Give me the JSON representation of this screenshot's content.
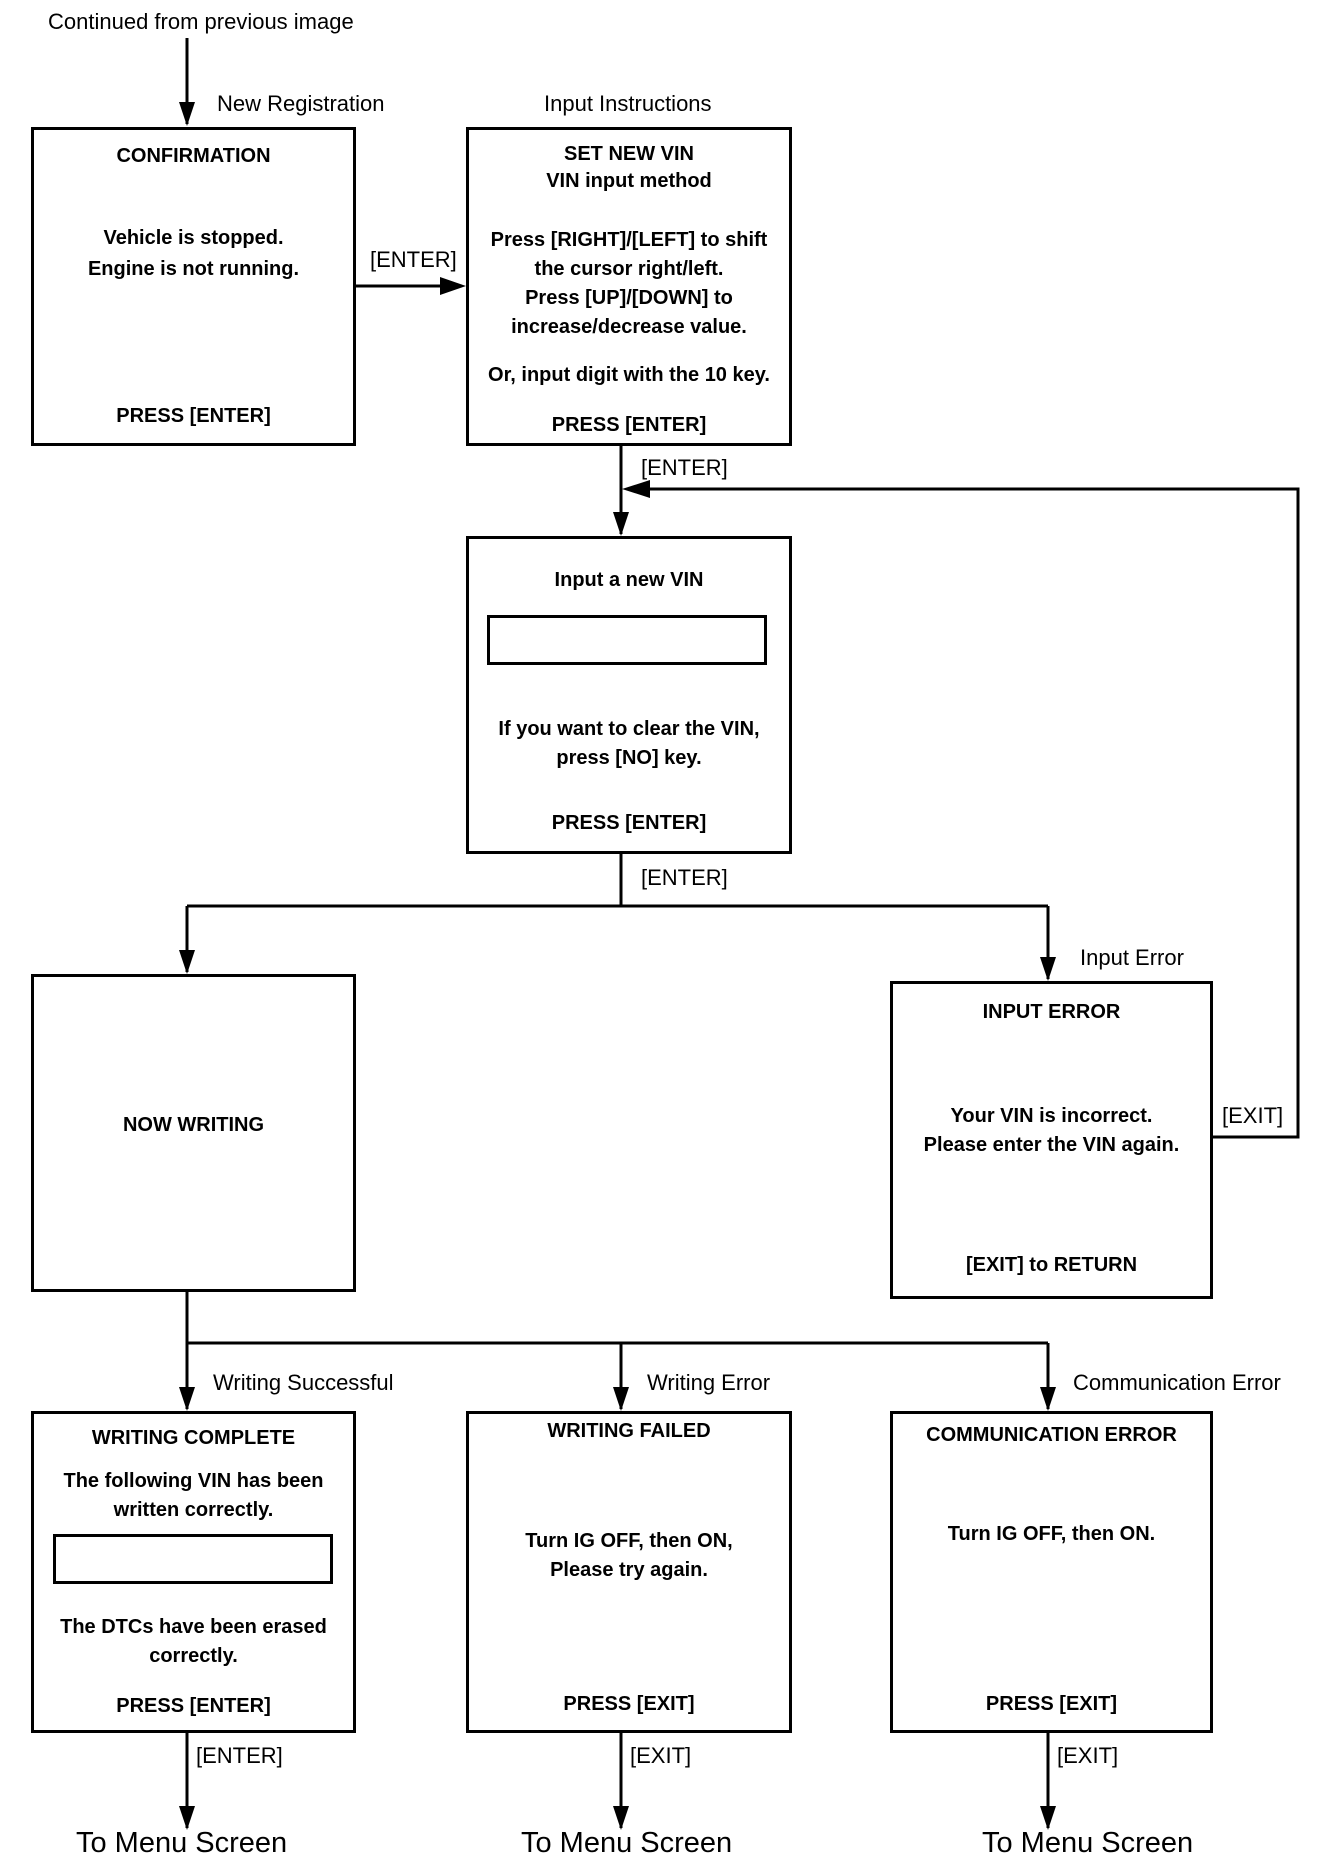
{
  "top_note": "Continued from previous image",
  "labels": {
    "new_registration": "New Registration",
    "input_instructions": "Input Instructions",
    "input_error": "Input Error",
    "writing_successful": "Writing Successful",
    "writing_error": "Writing Error",
    "communication_error": "Communication Error"
  },
  "keys": {
    "enter": "[ENTER]",
    "exit": "[EXIT]"
  },
  "boxes": {
    "confirmation": {
      "title": "CONFIRMATION",
      "line1": "Vehicle is stopped.",
      "line2": "Engine is not running.",
      "footer": "PRESS [ENTER]"
    },
    "set_new_vin": {
      "title": "SET NEW VIN",
      "subtitle": "VIN input method",
      "line1": "Press [RIGHT]/[LEFT] to shift",
      "line2": "the cursor right/left.",
      "line3": "Press [UP]/[DOWN] to",
      "line4": "increase/decrease value.",
      "line5": "Or, input digit with the 10 key.",
      "footer": "PRESS [ENTER]"
    },
    "input_vin": {
      "title": "Input a new VIN",
      "line1": "If you want to clear the VIN,",
      "line2": "press [NO] key.",
      "footer": "PRESS [ENTER]"
    },
    "now_writing": {
      "title": "NOW WRITING"
    },
    "input_error": {
      "title": "INPUT ERROR",
      "line1": "Your VIN is incorrect.",
      "line2": "Please enter the VIN again.",
      "footer": "[EXIT] to RETURN"
    },
    "writing_complete": {
      "title": "WRITING COMPLETE",
      "line1": "The following VIN has been",
      "line2": "written correctly.",
      "line3": "The DTCs have been erased",
      "line4": "correctly.",
      "footer": "PRESS [ENTER]"
    },
    "writing_failed": {
      "title": "WRITING FAILED",
      "line1": "Turn IG OFF, then ON,",
      "line2": "Please try again.",
      "footer": "PRESS [EXIT]"
    },
    "communication_error": {
      "title": "COMMUNICATION ERROR",
      "line1": "Turn IG OFF, then ON.",
      "footer": "PRESS [EXIT]"
    }
  },
  "destinations": {
    "left": "To Menu Screen",
    "middle": "To Menu Screen",
    "right": "To Menu Screen"
  }
}
